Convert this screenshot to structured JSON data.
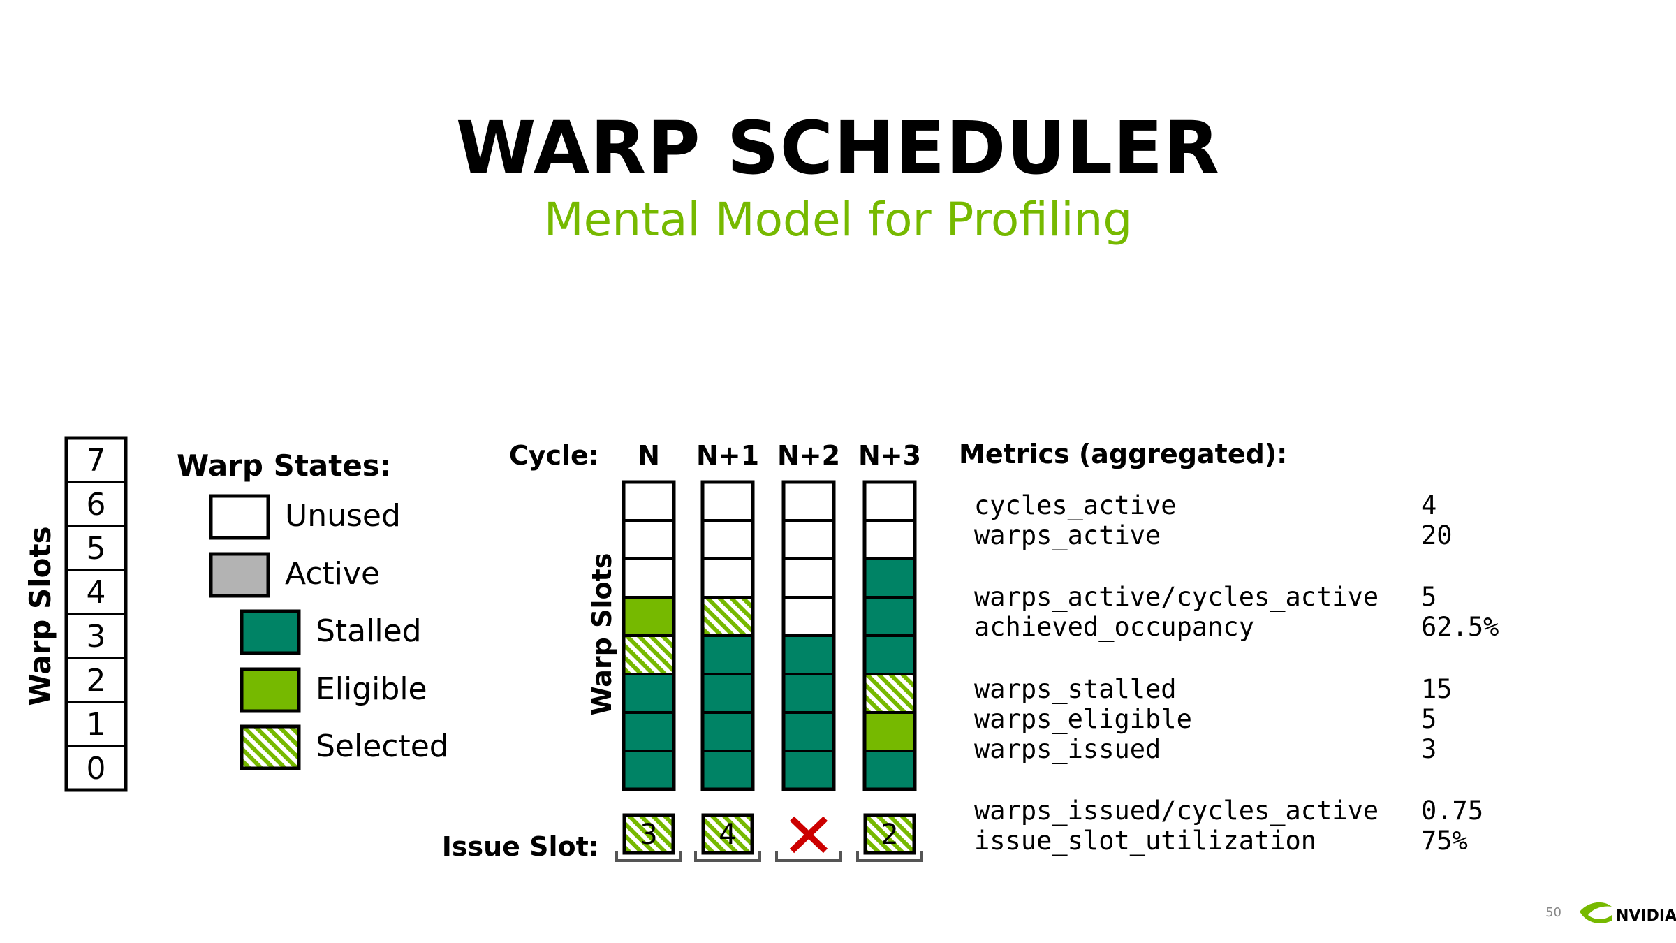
{
  "slide": {
    "title": "WARP SCHEDULER",
    "subtitle": "Mental Model for Profiling",
    "page_number": "50",
    "logo_text": "NVIDIA"
  },
  "colors": {
    "stalled": "#008365",
    "eligible": "#76b900",
    "active": "#b3b3b3",
    "unused": "#ffffff",
    "error": "#cc0000",
    "accent": "#76b900"
  },
  "warp_slots": {
    "axis_label": "Warp Slots",
    "indices": [
      "7",
      "6",
      "5",
      "4",
      "3",
      "2",
      "1",
      "0"
    ]
  },
  "legend": {
    "title": "Warp States:",
    "items": [
      {
        "label": "Unused",
        "state": "unused"
      },
      {
        "label": "Active",
        "state": "active"
      },
      {
        "label": "Stalled",
        "state": "stalled"
      },
      {
        "label": "Eligible",
        "state": "eligible"
      },
      {
        "label": "Selected",
        "state": "selected"
      }
    ]
  },
  "cycles": {
    "header_label": "Cycle:",
    "axis_label": "Warp Slots",
    "issue_label": "Issue Slot:",
    "columns": [
      {
        "label": "N",
        "slots_top_to_bottom": [
          "unused",
          "unused",
          "unused",
          "eligible",
          "selected",
          "stalled",
          "stalled",
          "stalled"
        ],
        "issue": "3"
      },
      {
        "label": "N+1",
        "slots_top_to_bottom": [
          "unused",
          "unused",
          "unused",
          "selected",
          "stalled",
          "stalled",
          "stalled",
          "stalled"
        ],
        "issue": "4"
      },
      {
        "label": "N+2",
        "slots_top_to_bottom": [
          "unused",
          "unused",
          "unused",
          "unused",
          "stalled",
          "stalled",
          "stalled",
          "stalled"
        ],
        "issue": ""
      },
      {
        "label": "N+3",
        "slots_top_to_bottom": [
          "unused",
          "unused",
          "stalled",
          "stalled",
          "stalled",
          "selected",
          "eligible",
          "stalled"
        ],
        "issue": "2"
      }
    ]
  },
  "metrics": {
    "title": "Metrics (aggregated):",
    "rows": [
      {
        "name": "cycles_active",
        "value": "4"
      },
      {
        "name": "warps_active",
        "value": "20"
      },
      {
        "name": "warps_active/cycles_active",
        "value": "5"
      },
      {
        "name": "achieved_occupancy",
        "value": "62.5%"
      },
      {
        "name": "warps_stalled",
        "value": "15"
      },
      {
        "name": "warps_eligible",
        "value": "5"
      },
      {
        "name": "warps_issued",
        "value": "3"
      },
      {
        "name": "warps_issued/cycles_active",
        "value": "0.75"
      },
      {
        "name": "issue_slot_utilization",
        "value": "75%"
      }
    ]
  }
}
